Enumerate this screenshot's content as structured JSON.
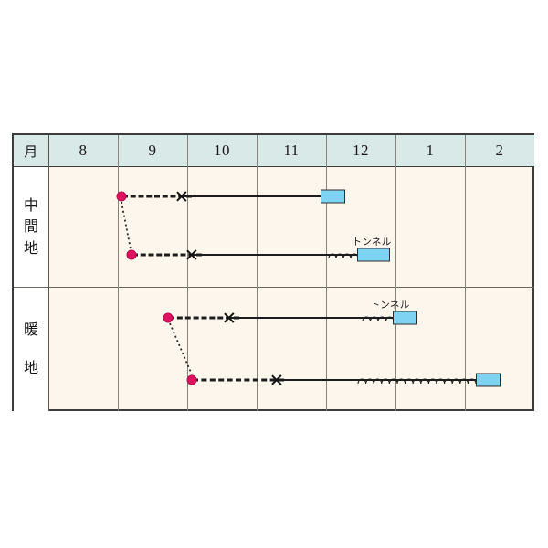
{
  "chart_data": {
    "type": "table",
    "title": "",
    "header_label": "月",
    "months": [
      "8",
      "9",
      "10",
      "11",
      "12",
      "1",
      "2"
    ],
    "legend_terms": {
      "seed_marker": "播種 (pink dot)",
      "transplant_marker": "定植 (x mark)",
      "harvest_bar": "収穫 (blue bar)",
      "tunnel": "トンネル"
    },
    "groups": [
      {
        "label": "中間地",
        "label_chars": [
          "中",
          "間",
          "地"
        ],
        "rows": [
          {
            "name": "intermediate-row-1",
            "seed_month": 9.0,
            "transplant_month": 9.85,
            "harvest_start_month": 11.9,
            "harvest_end_month": 12.2,
            "tunnel": false,
            "tunnel_label": ""
          },
          {
            "name": "intermediate-row-2",
            "seed_month": 9.15,
            "transplant_month": 10.0,
            "harvest_start_month": 11.95,
            "harvest_end_month": 12.45,
            "tunnel": true,
            "tunnel_label": "トンネル",
            "tunnel_start_month": 11.65,
            "tunnel_end_month": 11.98
          }
        ]
      },
      {
        "label": "暖地",
        "label_chars": [
          "暖",
          "地"
        ],
        "rows": [
          {
            "name": "warm-row-1",
            "seed_month": 9.65,
            "transplant_month": 10.5,
            "harvest_start_month": 12.55,
            "harvest_end_month": 12.85,
            "tunnel": true,
            "tunnel_label": "トンネル",
            "tunnel_start_month": 12.1,
            "tunnel_end_month": 12.55
          },
          {
            "name": "warm-row-2",
            "seed_month": 10.0,
            "transplant_month": 11.2,
            "harvest_start_month": 1.75,
            "harvest_end_month": 2.05,
            "tunnel": true,
            "tunnel_label": "",
            "tunnel_start_month": 12.45,
            "tunnel_end_month": 1.75
          }
        ]
      }
    ]
  }
}
